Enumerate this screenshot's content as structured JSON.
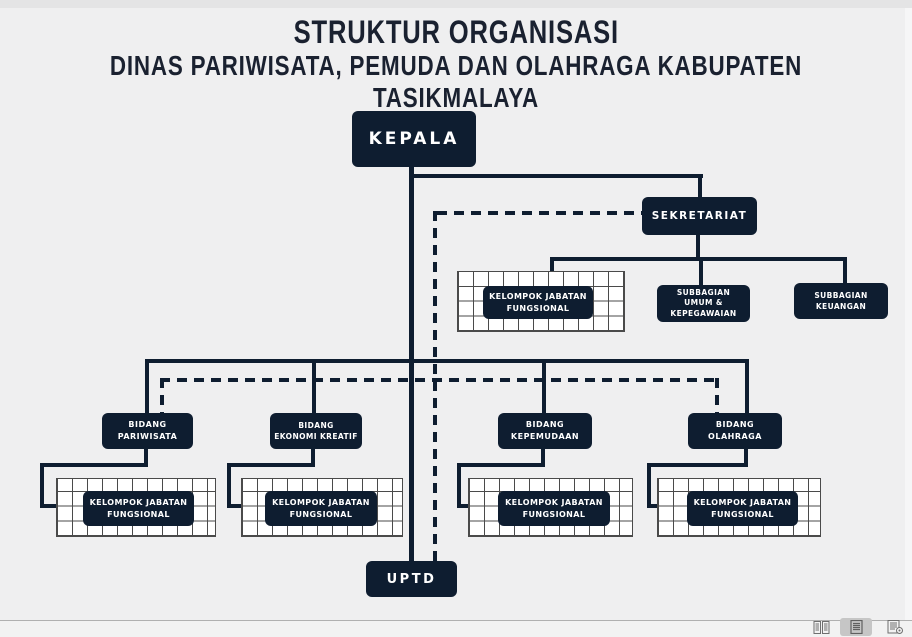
{
  "header": {
    "title": "STRUKTUR ORGANISASI",
    "subtitle": "DINAS PARIWISATA, PEMUDA DAN OLAHRAGA KABUPATEN TASIKMALAYA"
  },
  "colors": {
    "navy": "#0e1d30",
    "page_background": "#efeff0",
    "grid_line": "#4a4a4a",
    "title_text": "#1a2130",
    "status_divider": "#b0b0b0",
    "active_view_button_bg": "#c6c6c6",
    "icon_gray": "#6f6f6f"
  },
  "org": {
    "kepala": {
      "label": "KEPALA"
    },
    "sekretariat": {
      "label": "SEKRETARIAT"
    },
    "kelompok_sekretariat": {
      "label": "KELOMPOK JABATAN\nFUNGSIONAL"
    },
    "subbagian_umum": {
      "label": "SUBBAGIAN\nUMUM &\nKEPEGAWAIAN"
    },
    "subbagian_keuangan": {
      "label": "SUBBAGIAN\nKEUANGAN"
    },
    "bidang_pariwisata": {
      "label": "BIDANG\nPARIWISATA"
    },
    "bidang_ekonomi_kreatif": {
      "label": "BIDANG\nEKONOMI KREATIF"
    },
    "bidang_kepemudaan": {
      "label": "BIDANG\nKEPEMUDAAN"
    },
    "bidang_olahraga": {
      "label": "BIDANG\nOLAHRAGA"
    },
    "kelompok_pariwisata": {
      "label": "KELOMPOK JABATAN\nFUNGSIONAL"
    },
    "kelompok_ekonomi_kreatif": {
      "label": "KELOMPOK JABATAN\nFUNGSIONAL"
    },
    "kelompok_kepemudaan": {
      "label": "KELOMPOK JABATAN\nFUNGSIONAL"
    },
    "kelompok_olahraga": {
      "label": "KELOMPOK JABATAN\nFUNGSIONAL"
    },
    "uptd": {
      "label": "UPTD"
    }
  },
  "statusbar": {
    "view_buttons": [
      {
        "name": "multi-page-view",
        "active": false
      },
      {
        "name": "single-page-view",
        "active": true
      },
      {
        "name": "book-view",
        "active": false
      }
    ]
  }
}
